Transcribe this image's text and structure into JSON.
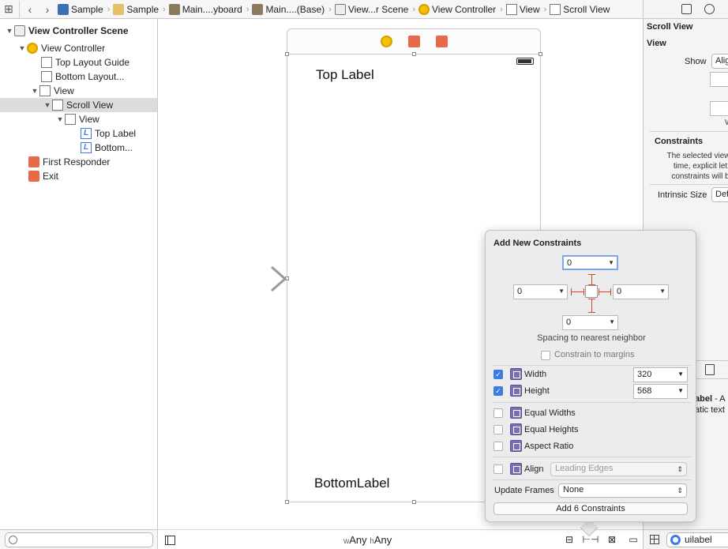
{
  "jumpbar": {
    "crumbs": [
      "Sample",
      "Sample",
      "Main....yboard",
      "Main....(Base)",
      "View...r Scene",
      "View Controller",
      "View",
      "Scroll View"
    ]
  },
  "outline": {
    "items": [
      {
        "label": "View Controller Scene",
        "icon": "scene-icon"
      },
      {
        "label": "View Controller",
        "icon": "view-controller-icon"
      },
      {
        "label": "Top Layout Guide",
        "icon": "view-icon"
      },
      {
        "label": "Bottom Layout...",
        "icon": "view-icon"
      },
      {
        "label": "View",
        "icon": "view-icon"
      },
      {
        "label": "Scroll View",
        "icon": "view-icon"
      },
      {
        "label": "View",
        "icon": "view-icon"
      },
      {
        "label": "Top Label",
        "icon": "label-icon"
      },
      {
        "label": "Bottom...",
        "icon": "label-icon"
      },
      {
        "label": "First Responder",
        "icon": "cube-icon"
      },
      {
        "label": "Exit",
        "icon": "exit-icon"
      }
    ],
    "label_glyph": "L"
  },
  "canvas": {
    "top_label": "Top Label",
    "bottom_label": "BottomLabel",
    "size_class": {
      "w_prefix": "w",
      "w_value": "Any",
      "h_prefix": "h",
      "h_value": "Any"
    }
  },
  "inspector": {
    "title": "Scroll View",
    "section": "View",
    "show_label": "Show",
    "show_value": "Alig",
    "w_hint": "W",
    "constraints_title": "Constraints",
    "constraints_text": "The selected views\ntime, explicit let\nconstraints will b",
    "intrinsic_label": "Intrinsic Size",
    "intrinsic_value": "Def",
    "library_name": "label",
    "library_desc_rest": " - A",
    "library_line2": "tatic text",
    "search_value": "uilabel"
  },
  "popover": {
    "title": "Add New Constraints",
    "top_value": "0",
    "left_value": "0",
    "right_value": "0",
    "bottom_value": "0",
    "spacing_text": "Spacing to nearest neighbor",
    "constrain_margins": "Constrain to margins",
    "width_label": "Width",
    "width_value": "320",
    "height_label": "Height",
    "height_value": "568",
    "equal_widths": "Equal Widths",
    "equal_heights": "Equal Heights",
    "aspect_ratio": "Aspect Ratio",
    "align_label": "Align",
    "align_value": "Leading Edges",
    "update_frames_label": "Update Frames",
    "update_frames_value": "None",
    "add_button": "Add 6 Constraints"
  },
  "colors": {
    "accent": "#3e7be0",
    "constraint_red": "#d7452d",
    "vc_yellow": "#f2c200",
    "responder_orange": "#e7694a"
  }
}
